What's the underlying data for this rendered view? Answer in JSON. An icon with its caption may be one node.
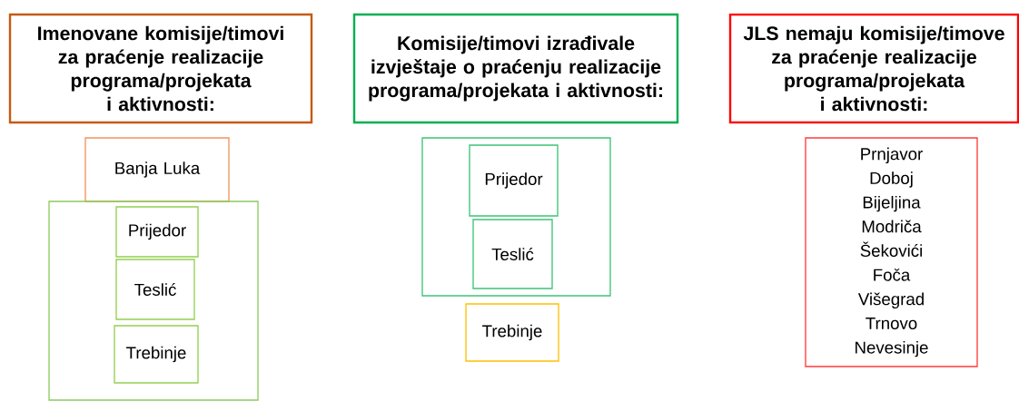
{
  "diagram": {
    "nodes": [
      {
        "text": [
          "Imenovane komisije/timovi za praćenje realizacije programa/projekata i aktivnosti:"
        ]
      },
      {
        "text": [
          "Banja Luka"
        ]
      },
      {
        "text": [],
        "shape": "box"
      },
      {
        "text": [
          "Prijedor"
        ],
        "in": 2
      },
      {
        "text": [
          "Teslić"
        ],
        "in": 2
      },
      {
        "text": [
          "Trebinje"
        ],
        "in": 2
      },
      {
        "text": [
          "Komisije/timovi izrađivale izvještaje o praćenju realizacije programa/projekata i aktivnosti:"
        ]
      },
      {
        "text": [],
        "shape": "box"
      },
      {
        "text": [
          "Prijedor"
        ],
        "in": 7
      },
      {
        "text": [
          "Teslić"
        ],
        "in": 7
      },
      {
        "text": [
          "Trebinje"
        ]
      },
      {
        "text": [
          "JLS nemaju komisije/timove za praćenje realizacije programa/projekata i aktivnosti:"
        ]
      },
      {
        "text": [
          "Prnjavor",
          "Doboj",
          "Bijeljina",
          "Modriča",
          "Šekovići",
          "Foča",
          "Višegrad",
          "Trnovo",
          "Nevesinje"
        ]
      }
    ]
  }
}
